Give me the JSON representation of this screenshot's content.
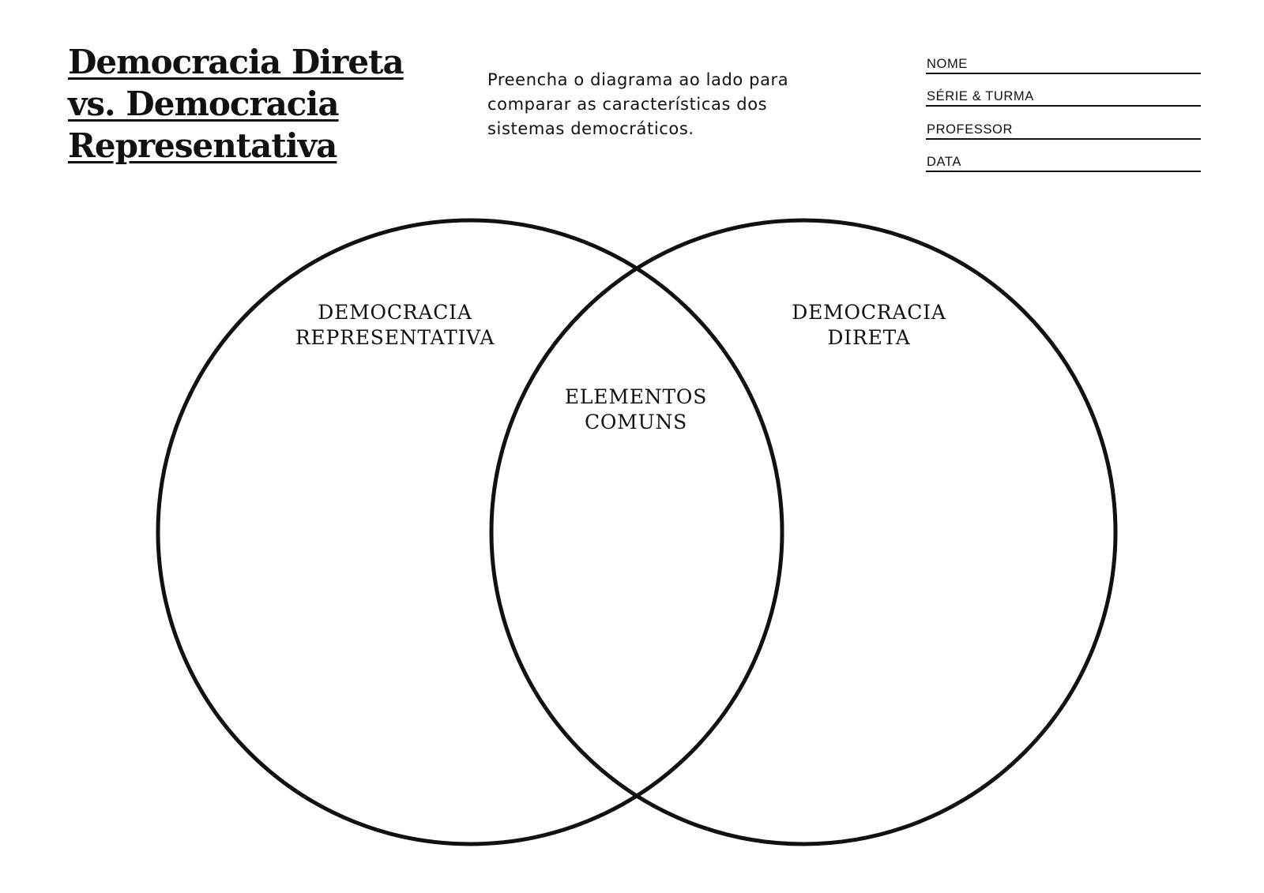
{
  "title": {
    "line1": "Democracia Direta",
    "line2": "vs. Democracia",
    "line3": "Representativa"
  },
  "instructions": "Preencha o diagrama ao lado para comparar as características dos sistemas democráticos.",
  "info_fields": [
    {
      "label": "NOME"
    },
    {
      "label": "SÉRIE & TURMA"
    },
    {
      "label": "PROFESSOR"
    },
    {
      "label": "DATA"
    }
  ],
  "venn": {
    "left_label": "DEMOCRACIA\nREPRESENTATIVA",
    "right_label": "DEMOCRACIA\nDIRETA",
    "overlap_label": "ELEMENTOS\nCOMUNS"
  }
}
